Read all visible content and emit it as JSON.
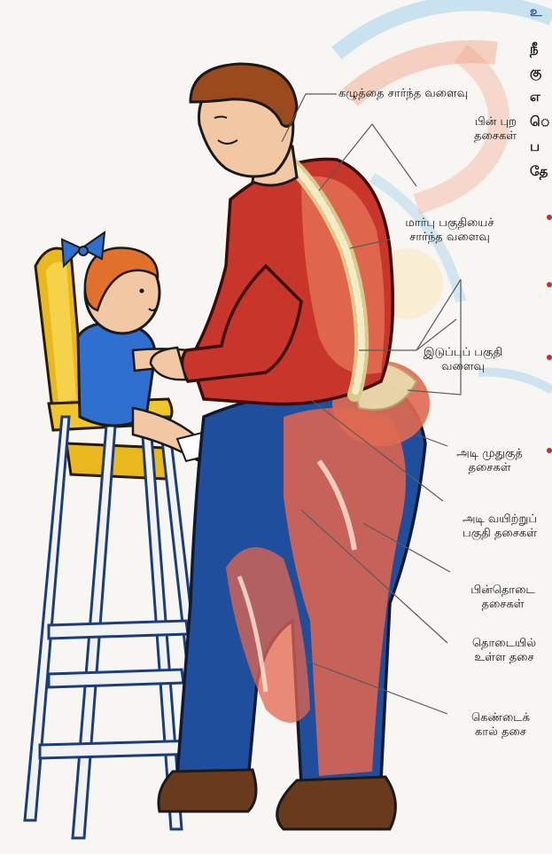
{
  "labels": {
    "neck_curve": "கழுத்தை சார்ந்த வளைவு",
    "back_muscles_1": "பின் புற",
    "back_muscles_2": "தசைகள்",
    "chest_curve_1": "மார்பு பகுதியைச்",
    "chest_curve_2": "சார்ந்த வளைவு",
    "lumbar_curve_1": "இடுப்புப் பகுதி",
    "lumbar_curve_2": "வளைவு",
    "gluteal_1": "அடி முதுகுத்",
    "gluteal_2": "தசைகள்",
    "abdominal_1": "அடி வயிற்றுப்",
    "abdominal_2": "பகுதி தசைகள்",
    "hamstring_1": "பின்தொடை",
    "hamstring_2": "தசைகள்",
    "thigh_1": "தொடையில்",
    "thigh_2": "உள்ள தசை",
    "calf_1": "கெண்டைக்",
    "calf_2": "கால் தசை"
  },
  "edge_text": {
    "heading": "உ",
    "line1": "நீ",
    "line2": "கு",
    "line3": "எ",
    "line4": "ெ",
    "line5": "ப",
    "line6": "தே"
  },
  "colors": {
    "shirt": "#c8352a",
    "jeans": "#1f4f9c",
    "skin": "#f2c8a4",
    "hair": "#9a4a1c",
    "chair": "#e8b81c",
    "child_dress": "#2f6fd0",
    "spine": "#eadfb0",
    "muscle": "#e4654f",
    "shoe": "#6a3a1c",
    "heading_blue": "#2a57b8",
    "bullet_red": "#d6262b"
  }
}
